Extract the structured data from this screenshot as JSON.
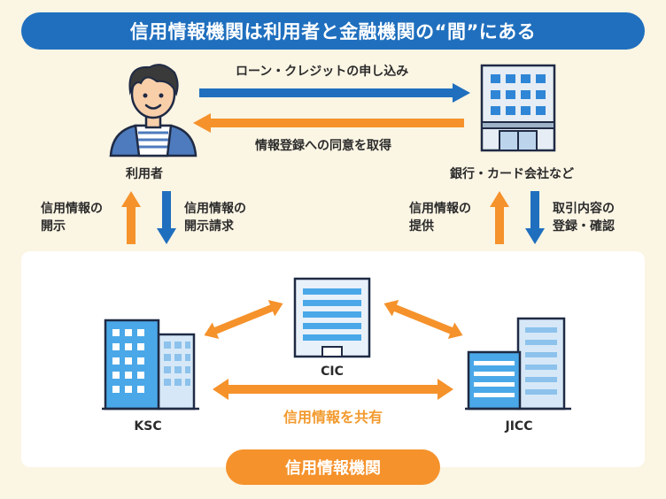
{
  "title": "信用情報機関は利用者と金融機関の“間”にある",
  "user": {
    "label": "利用者"
  },
  "bank": {
    "label": "銀行・カード会社など"
  },
  "flows": {
    "user_to_bank": "ローン・クレジットの申し込み",
    "bank_to_user": "情報登録への同意を取得",
    "bureau_to_user_line1": "信用情報の",
    "bureau_to_user_line2": "開示",
    "user_to_bureau_line1": "信用情報の",
    "user_to_bureau_line2": "開示請求",
    "bureau_to_bank_line1": "信用情報の",
    "bureau_to_bank_line2": "提供",
    "bank_to_bureau_line1": "取引内容の",
    "bank_to_bureau_line2": "登録・確認"
  },
  "bureaus": {
    "cic": "CIC",
    "ksc": "KSC",
    "jicc": "JICC",
    "share_label": "信用情報を共有"
  },
  "footer_label": "信用情報機関",
  "colors": {
    "blue": "#1f6fbe",
    "orange": "#f5922b",
    "background": "#fbf5e4"
  }
}
